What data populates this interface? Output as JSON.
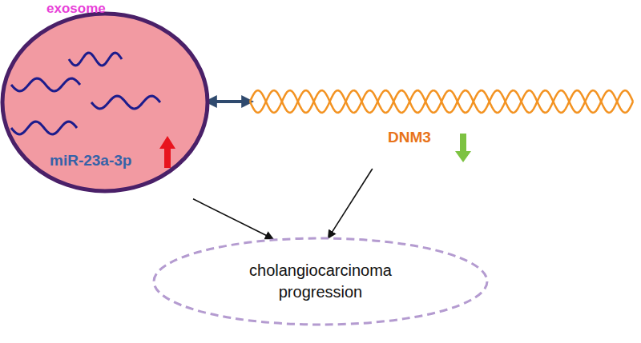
{
  "diagram": {
    "nodes": [
      {
        "text": [
          "exosome",
          "miR-23a-3p"
        ]
      },
      {
        "text": [
          "DNM3"
        ]
      },
      {
        "text": [
          "cholangiocarcinoma progression"
        ]
      }
    ],
    "edges": [
      {
        "from": 0,
        "to": 1,
        "arrow": "both"
      },
      {
        "from": 0,
        "to": 2,
        "arrow": "to"
      },
      {
        "from": 1,
        "to": 2,
        "arrow": "to"
      }
    ]
  }
}
